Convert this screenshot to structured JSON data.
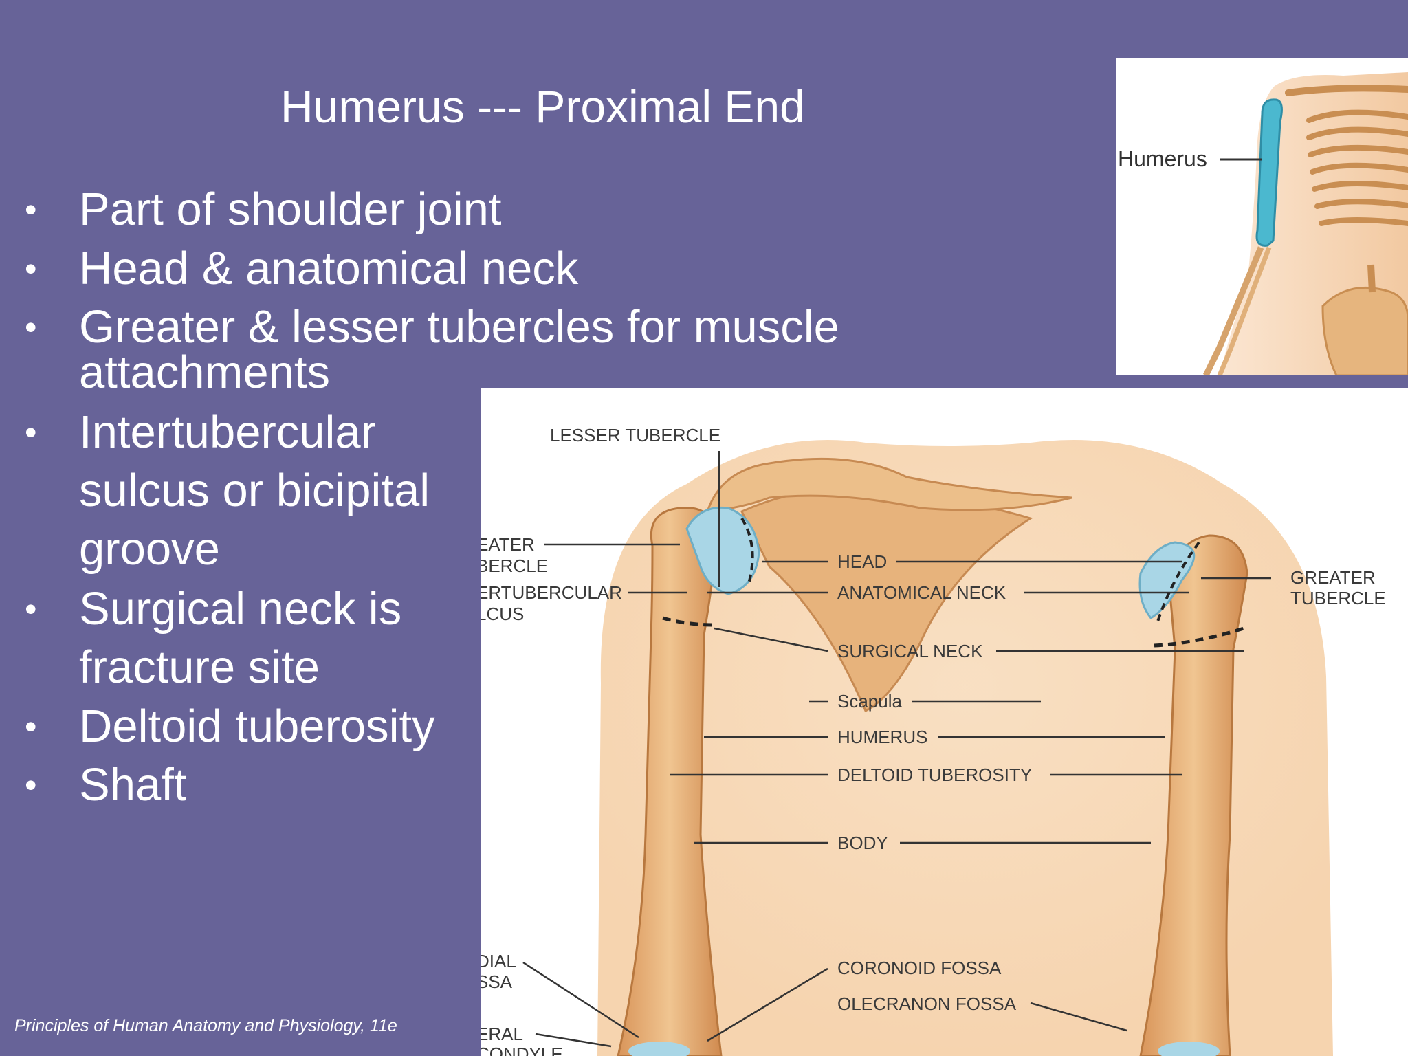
{
  "slide": {
    "title": "Humerus --- Proximal End",
    "bullets": [
      {
        "lines": [
          "Part of shoulder joint"
        ]
      },
      {
        "lines": [
          "Head & anatomical neck"
        ]
      },
      {
        "lines": [
          "Greater & lesser tubercles for muscle",
          "attachments"
        ]
      },
      {
        "lines": [
          "Intertubercular",
          "sulcus or bicipital",
          "groove"
        ]
      },
      {
        "lines": [
          "Surgical neck is",
          "fracture site"
        ]
      },
      {
        "lines": [
          "Deltoid tuberosity"
        ]
      },
      {
        "lines": [
          "Shaft"
        ]
      }
    ],
    "bullet_char": "•",
    "footer": "Principles of Human Anatomy and Physiology, 11e"
  },
  "skeleton_image": {
    "label": "Humerus",
    "highlight_color": "#4bb8cf"
  },
  "anatomy_diagram": {
    "labels": {
      "lesser_tubercle": "LESSER TUBERCLE",
      "greater_tubercle_left": [
        "EATER",
        "BERCLE"
      ],
      "intertubercular_left": [
        "ERTUBERCULAR",
        "LCUS"
      ],
      "head": "HEAD",
      "anatomical_neck": "ANATOMICAL NECK",
      "greater_tubercle_right": [
        "GREATER",
        "TUBERCLE"
      ],
      "surgical_neck": "SURGICAL NECK",
      "scapula": "Scapula",
      "humerus": "HUMERUS",
      "deltoid_tuberosity": "DELTOID TUBEROSITY",
      "body": "BODY",
      "radial_fossa": [
        "DIAL",
        "SSA"
      ],
      "coronoid_fossa": "CORONOID FOSSA",
      "olecranon_fossa": "OLECRANON FOSSA",
      "lateral_epicondyle": [
        "ERAL",
        "CONDYLE"
      ]
    },
    "colors": {
      "bone": "#e9b683",
      "cartilage": "#a9d6e6",
      "skin": "#f7d9b8"
    }
  }
}
